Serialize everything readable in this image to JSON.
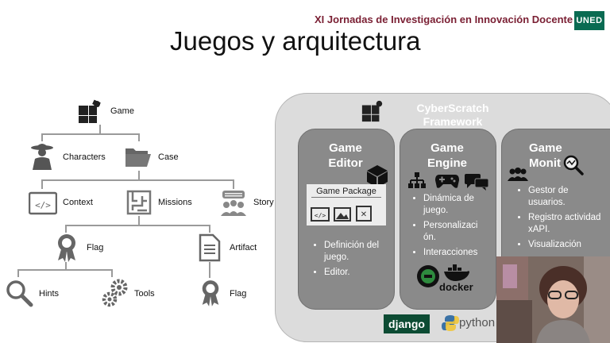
{
  "header": {
    "title": "XI Jornadas de Investigación en Innovación Docente",
    "logo": "UNED",
    "brand_color": "#7a1f33",
    "logo_color": "#0a6b52"
  },
  "slide": {
    "title": "Juegos y arquitectura"
  },
  "tree": {
    "game": "Game",
    "characters": "Characters",
    "case": "Case",
    "context": "Context",
    "missions": "Missions",
    "story": "Story",
    "flag_left": "Flag",
    "artifact": "Artifact",
    "hints": "Hints",
    "tools": "Tools",
    "flag_right": "Flag"
  },
  "framework": {
    "title": "CyberScratch Framework",
    "editor": {
      "title": "Game Editor",
      "package_label": "Game Package",
      "bullets": [
        "Definición del juego.",
        "Editor."
      ]
    },
    "engine": {
      "title": "Game Engine",
      "bullets": [
        "Dinámica de juego.",
        "Personalizaci ón.",
        "Interacciones"
      ],
      "docker_label": "docker"
    },
    "monitor": {
      "title": "Game Monit",
      "bullets": [
        "Gestor de usuarios.",
        "Registro actividad xAPI.",
        "Visualización"
      ]
    },
    "django_label": "django",
    "python_label": "python"
  }
}
